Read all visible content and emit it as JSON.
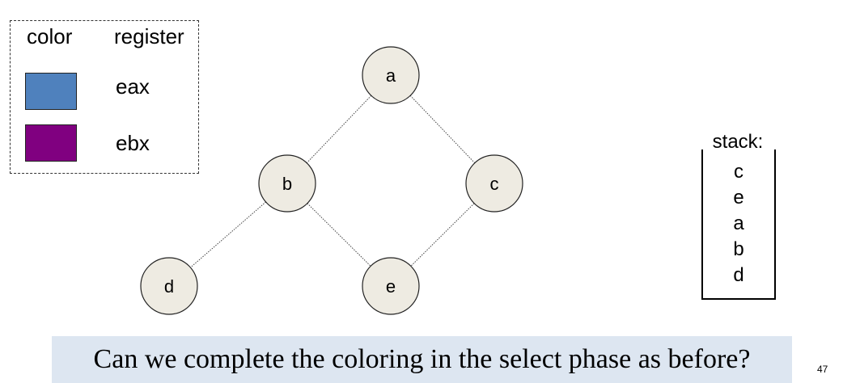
{
  "legend": {
    "header_color": "color",
    "header_register": "register",
    "entries": [
      {
        "register": "eax",
        "color": "#4f81bd"
      },
      {
        "register": "ebx",
        "color": "#800080"
      }
    ]
  },
  "graph": {
    "nodes": [
      {
        "id": "a",
        "label": "a"
      },
      {
        "id": "b",
        "label": "b"
      },
      {
        "id": "c",
        "label": "c"
      },
      {
        "id": "d",
        "label": "d"
      },
      {
        "id": "e",
        "label": "e"
      }
    ],
    "edges": [
      [
        "a",
        "b"
      ],
      [
        "a",
        "c"
      ],
      [
        "b",
        "d"
      ],
      [
        "b",
        "e"
      ],
      [
        "c",
        "e"
      ]
    ],
    "node_fill": "#eeebe2"
  },
  "stack": {
    "title": "stack:",
    "items": [
      "c",
      "e",
      "a",
      "b",
      "d"
    ]
  },
  "question": "Can we complete the coloring in the select phase as before?",
  "page_number": "47"
}
